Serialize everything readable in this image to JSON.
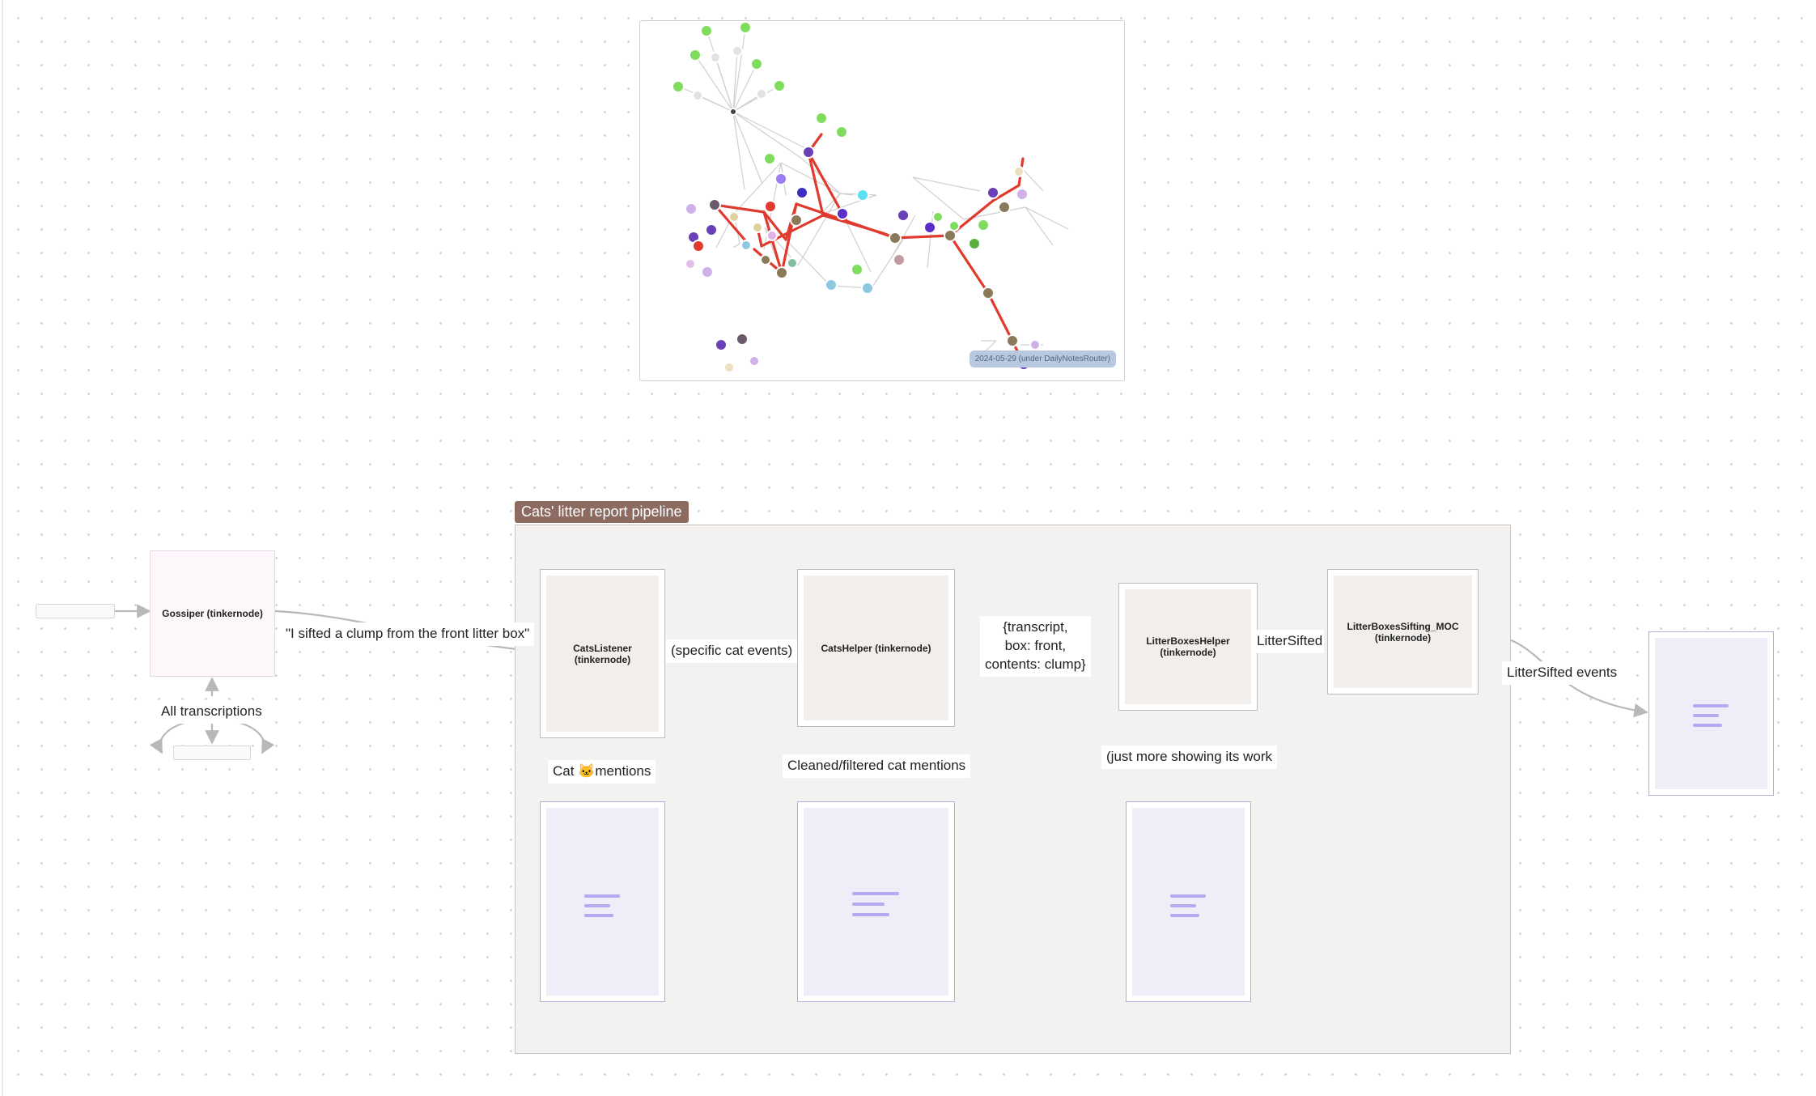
{
  "graph": {
    "caption": "2024-05-29 (under DailyNotesRouter)"
  },
  "group": {
    "title": "Cats' litter report pipeline"
  },
  "nodes": {
    "gossiper": "Gossiper (tinkernode)",
    "cats_listener": "CatsListener (tinkernode)",
    "cats_helper": "CatsHelper (tinkernode)",
    "litter_boxes_helper": "LitterBoxesHelper (tinkernode)",
    "litter_boxes_sifting_moc": "LitterBoxesSifting_MOC (tinkernode)"
  },
  "edge_labels": {
    "transcription": "\"I sifted a clump from the front litter box\"",
    "all_transcriptions": "All transcriptions",
    "specific_cat_events": "(specific cat events)",
    "cat_mentions_prefix": "Cat",
    "cat_mentions_suffix": "mentions",
    "cleaned_filtered": "Cleaned/filtered cat mentions",
    "transcript_line1": "{transcript,",
    "transcript_line2": "box: front,",
    "transcript_line3": "contents: clump}",
    "litter_sifted": "LitterSifted",
    "showing_work": "(just more showing its work",
    "litter_sifted_events": "LitterSifted events"
  },
  "colors": {
    "edge": "#b8b8b8",
    "graph_highlight": "#e03a2f",
    "group_label_bg": "#8d6b60",
    "group_bg": "#f4f2f0",
    "note_border": "#b6abd9",
    "note_line": "#b7a8ef"
  }
}
